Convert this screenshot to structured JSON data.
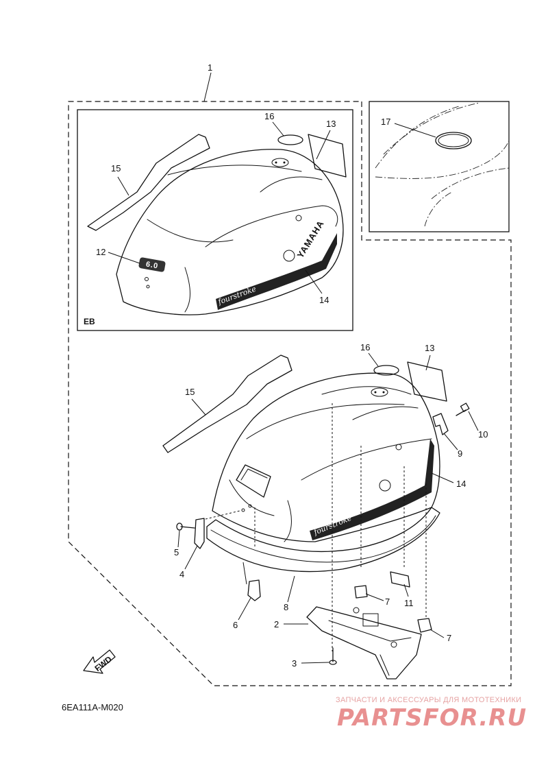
{
  "diagram": {
    "callouts": {
      "c1": "1",
      "top_16": "16",
      "top_13": "13",
      "top_15": "15",
      "top_12": "12",
      "top_14": "14",
      "top_17": "17",
      "main_16": "16",
      "main_13": "13",
      "main_15": "15",
      "main_10": "10",
      "main_9": "9",
      "main_14": "14",
      "main_5": "5",
      "main_4": "4",
      "main_8": "8",
      "main_7a": "7",
      "main_11": "11",
      "main_6": "6",
      "main_2": "2",
      "main_7b": "7",
      "main_3": "3"
    },
    "inset_label": "EB",
    "brand_text": "YAMAHA",
    "decal_script": "fourstroke",
    "badge_text": "6.0",
    "fwd_label": "FWD",
    "diagram_code": "6EA111A-M020"
  },
  "watermark": {
    "caption": "ЗАПЧАСТИ И АКСЕССУАРЫ ДЛЯ МОТОТЕХНИКИ",
    "site": "PARTSFOR.RU",
    "color": "#e89090"
  }
}
